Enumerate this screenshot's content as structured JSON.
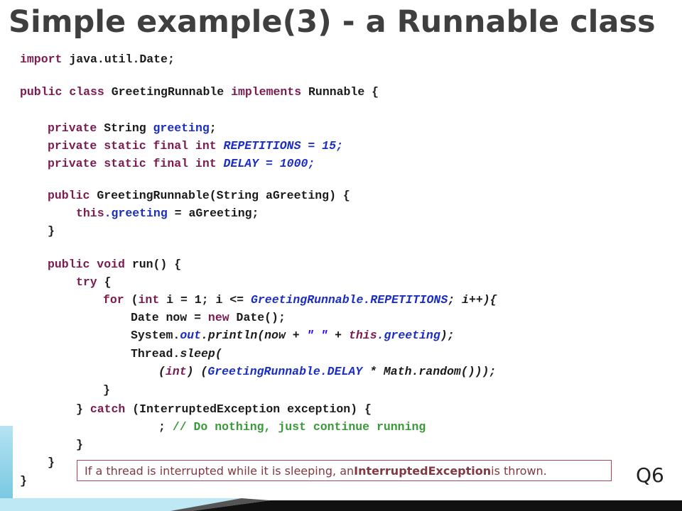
{
  "title": "Simple example(3) - a Runnable class",
  "code": {
    "l1": {
      "kw": "import",
      "rest": " java.util.Date;"
    },
    "l2": {
      "kw1": "public",
      "sp1": " ",
      "kw2": "class",
      "mid": " GreetingRunnable ",
      "kw3": "implements",
      "rest": " Runnable {"
    },
    "l3": {
      "kw": "private",
      "mid": " String ",
      "fld": "greeting",
      "rest": ";"
    },
    "l4": {
      "kw": "private static final int",
      "sp": " ",
      "fld": "REPETITIONS",
      "rest": " = 15;"
    },
    "l5": {
      "kw": "private static final int",
      "sp": " ",
      "fld": "DELAY",
      "rest": " = 1000;"
    },
    "l6": {
      "kw": "public",
      "rest": " GreetingRunnable(String aGreeting) {"
    },
    "l7": {
      "kw": "this",
      "dot": ".",
      "fld": "greeting",
      "rest": " = aGreeting;"
    },
    "l8": {
      "text": "}"
    },
    "l9": {
      "kw": "public void",
      "rest": " run() {"
    },
    "l10": {
      "kw": "try",
      "rest": " {"
    },
    "l11": {
      "kw1": "for",
      "a": " (",
      "kw2": "int",
      "b": " i = 1; i <= ",
      "fld": "GreetingRunnable.REPETITIONS",
      "c": "; i++){"
    },
    "l12": {
      "a": "Date now = ",
      "kw": "new",
      "b": " Date();"
    },
    "l13": {
      "a": "System.",
      "fld": "out",
      "b": ".println(now + ",
      "str": "\" \"",
      "c": " + ",
      "kw": "this",
      "d": ".",
      "fld2": "greeting",
      "e": ");"
    },
    "l14": {
      "a": "Thread.",
      "it": "sleep",
      "b": "("
    },
    "l15": {
      "a": "(",
      "kw": "int",
      "b": ") (",
      "fld": "GreetingRunnable.DELAY",
      "c": " * Math.random()));"
    },
    "l16": {
      "text": "}"
    },
    "l17": {
      "a": "} ",
      "kw": "catch",
      "b": " (InterruptedException exception) {"
    },
    "l18": {
      "a": "; ",
      "com": "// Do nothing, just continue running"
    },
    "l19": {
      "text": "}"
    },
    "l20": {
      "text": "}"
    },
    "l21": {
      "text": "}"
    }
  },
  "note": {
    "before": "If a thread is interrupted while it is sleeping, an ",
    "bold": "InterruptedException",
    "after": " is thrown."
  },
  "slide_label": "Q6"
}
